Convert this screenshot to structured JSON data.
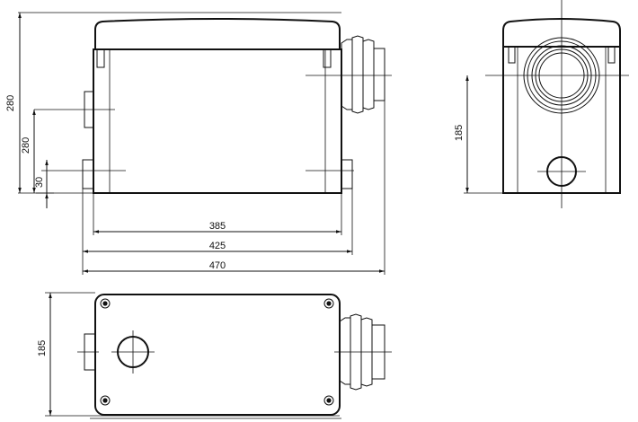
{
  "drawing": {
    "front_view": {
      "dim_total_height": "280",
      "dim_inlet_height": "280",
      "dim_low_inlet_height": "30",
      "dim_width_a": "385",
      "dim_width_b": "425",
      "dim_width_c": "470"
    },
    "side_view": {
      "dim_outlet_height": "185"
    },
    "top_view": {
      "dim_depth": "185"
    }
  }
}
